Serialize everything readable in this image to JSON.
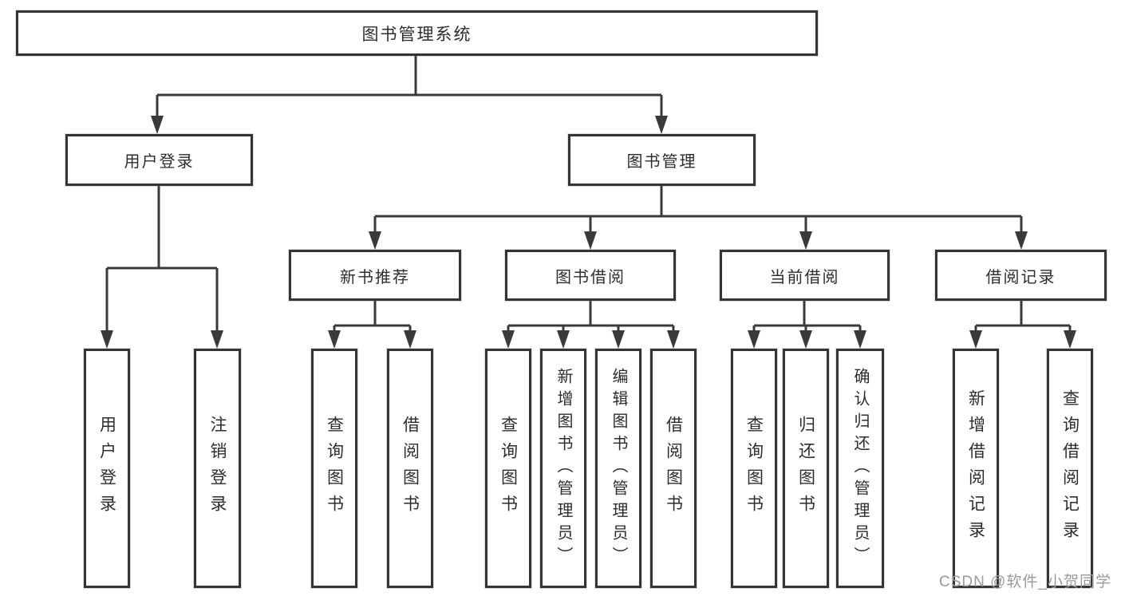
{
  "colors": {
    "line": "#3a3a3a",
    "box_border": "#343434",
    "text": "#2d2d2d",
    "watermark": "#9a9a9a",
    "background": "#ffffff"
  },
  "watermark": {
    "text": "CSDN @软件_小贺同学"
  },
  "diagram": {
    "type": "hierarchy-tree",
    "tree": {
      "label": "图书管理系统",
      "children": [
        {
          "label": "用户登录",
          "children": [
            {
              "label": "用户登录"
            },
            {
              "label": "注销登录"
            }
          ]
        },
        {
          "label": "图书管理",
          "children": [
            {
              "label": "新书推荐",
              "children": [
                {
                  "label": "查询图书"
                },
                {
                  "label": "借阅图书"
                }
              ]
            },
            {
              "label": "图书借阅",
              "children": [
                {
                  "label": "查询图书"
                },
                {
                  "label": "新增图书（管理员）"
                },
                {
                  "label": "编辑图书（管理员）"
                },
                {
                  "label": "借阅图书"
                }
              ]
            },
            {
              "label": "当前借阅",
              "children": [
                {
                  "label": "查询图书"
                },
                {
                  "label": "归还图书"
                },
                {
                  "label": "确认归还（管理员）"
                }
              ]
            },
            {
              "label": "借阅记录",
              "children": [
                {
                  "label": "新增借阅记录"
                },
                {
                  "label": "查询借阅记录"
                }
              ]
            }
          ]
        }
      ]
    }
  }
}
